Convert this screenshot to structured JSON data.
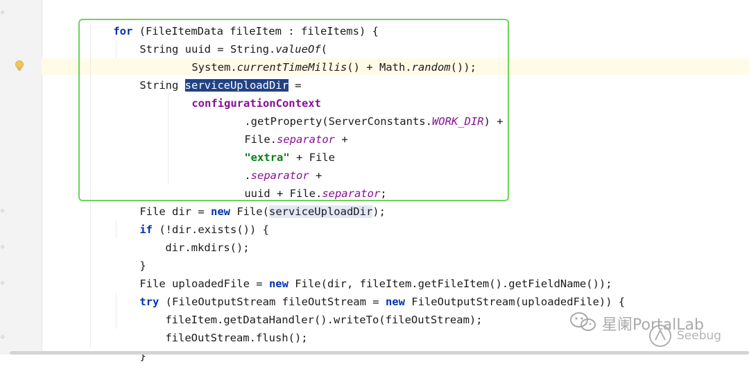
{
  "editor": {
    "lines": [
      [
        {
          "t": "for",
          "c": "kw"
        },
        {
          "t": " (FileItemData fileItem : fileItems) {"
        }
      ],
      [
        {
          "t": "String uuid = String."
        },
        {
          "t": "valueOf",
          "c": "it"
        },
        {
          "t": "("
        }
      ],
      [
        {
          "t": "System."
        },
        {
          "t": "currentTimeMillis",
          "c": "it"
        },
        {
          "t": "() + Math."
        },
        {
          "t": "random",
          "c": "it"
        },
        {
          "t": "());"
        }
      ],
      [
        {
          "t": "String "
        },
        {
          "t": "serviceUploadDir",
          "c": "sel"
        },
        {
          "t": " ="
        }
      ],
      [
        {
          "t": "configurationContext",
          "c": "var"
        }
      ],
      [
        {
          "t": ".getProperty(ServerConstants."
        },
        {
          "t": "WORK_DIR",
          "c": "fld"
        },
        {
          "t": ") +"
        }
      ],
      [
        {
          "t": "File."
        },
        {
          "t": "separator",
          "c": "fld"
        },
        {
          "t": " +"
        }
      ],
      [
        {
          "t": "\"extra\"",
          "c": "str"
        },
        {
          "t": " + File"
        }
      ],
      [
        {
          "t": "."
        },
        {
          "t": "separator",
          "c": "fld"
        },
        {
          "t": " +"
        }
      ],
      [
        {
          "t": "uuid + File."
        },
        {
          "t": "separator",
          "c": "fld"
        },
        {
          "t": ";"
        }
      ],
      [
        {
          "t": "File dir = "
        },
        {
          "t": "new",
          "c": "kw"
        },
        {
          "t": " File("
        },
        {
          "t": "serviceUploadDir",
          "c": "usage"
        },
        {
          "t": ");"
        }
      ],
      [
        {
          "t": "if",
          "c": "kw"
        },
        {
          "t": " (!dir.exists()) {"
        }
      ],
      [
        {
          "t": "dir.mkdirs();"
        }
      ],
      [
        {
          "t": "}"
        }
      ],
      [
        {
          "t": "File uploadedFile = "
        },
        {
          "t": "new",
          "c": "kw"
        },
        {
          "t": " File(dir, fileItem.getFileItem().getFieldName());"
        }
      ],
      [
        {
          "t": "try",
          "c": "kw"
        },
        {
          "t": " (FileOutputStream fileOutStream = "
        },
        {
          "t": "new",
          "c": "kw"
        },
        {
          "t": " FileOutputStream(uploadedFile)) {"
        }
      ],
      [
        {
          "t": "fileItem.getDataHandler().writeTo(fileOutStream);"
        }
      ],
      [
        {
          "t": "fileOutStream.flush();"
        }
      ],
      [
        {
          "t": "}"
        }
      ]
    ]
  },
  "watermark": {
    "main_text": "星阑PortalLab",
    "sub_text": "Seebug",
    "icon": "wechat-icon"
  },
  "colors": {
    "keyword": "#0033b3",
    "field": "#871094",
    "string": "#067d17",
    "selection": "#214283",
    "highlight_box": "#6cd45a"
  }
}
